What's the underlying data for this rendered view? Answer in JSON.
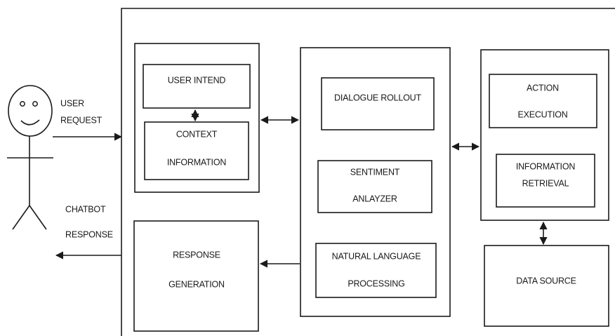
{
  "user_side": {
    "request_line1": "USER",
    "request_line2": "REQUEST",
    "response_line1": "CHATBOT",
    "response_line2": "RESPONSE"
  },
  "blocks": {
    "user_intend": "USER INTEND",
    "context_line1": "CONTEXT",
    "context_line2": "INFORMATION",
    "dialogue_rollout": "DIALOGUE ROLLOUT",
    "sentiment_line1": "SENTIMENT",
    "sentiment_line2": "ANLAYZER",
    "nlp_line1": "NATURAL LANGUAGE",
    "nlp_line2": "PROCESSING",
    "action_line1": "ACTION",
    "action_line2": "EXECUTION",
    "info_retrieval_line1": "INFORMATION",
    "info_retrieval_line2": "RETRIEVAL",
    "response_gen_line1": "RESPONSE",
    "response_gen_line2": "GENERATION",
    "data_source": "DATA SOURCE"
  }
}
